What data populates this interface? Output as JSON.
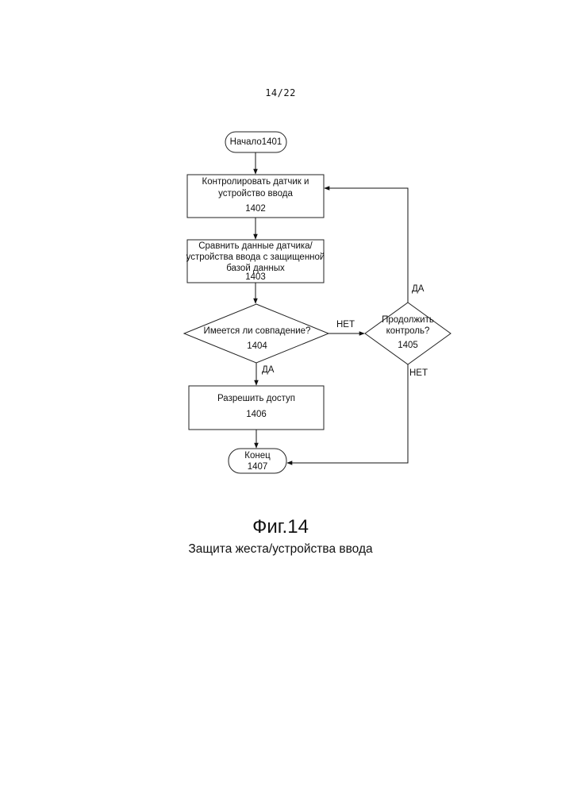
{
  "page_number": "14/22",
  "flowchart": {
    "start": "Начало1401",
    "monitor": {
      "line1": "Контролировать датчик и",
      "line2": "устройство ввода",
      "id": "1402"
    },
    "compare": {
      "line1": "Сравнить данные датчика/",
      "line2": "устройства ввода с защищенной",
      "line3": "базой данных",
      "id": "1403"
    },
    "match": {
      "text": "Имеется ли совпадение?",
      "id": "1404"
    },
    "continue": {
      "line1": "Продолжить",
      "line2": "контроль?",
      "id": "1405"
    },
    "grant": {
      "text": "Разрешить доступ",
      "id": "1406"
    },
    "end": {
      "text": "Конец",
      "id": "1407"
    },
    "labels": {
      "match_no": "НЕТ",
      "match_yes": "ДА",
      "continue_yes": "ДА",
      "continue_no": "НЕТ"
    }
  },
  "figure": {
    "title": "Фиг.14",
    "caption": "Защита жеста/устройства ввода"
  }
}
